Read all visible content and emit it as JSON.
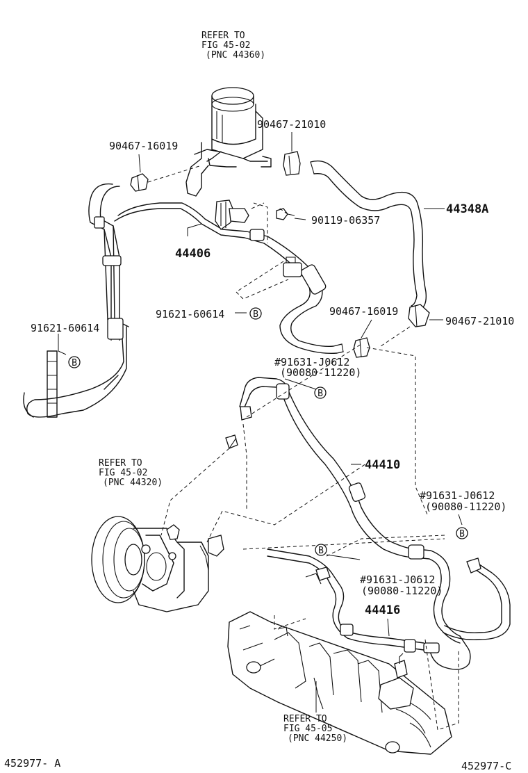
{
  "refs": {
    "reservoir": [
      "REFER TO",
      "FIG 45-02",
      "(PNC 44360)"
    ],
    "pump": [
      "REFER TO",
      "FIG 45-02",
      "(PNC 44320)"
    ],
    "gear": [
      "REFER TO",
      "FIG 45-05",
      "(PNC 44250)"
    ]
  },
  "parts": {
    "p1": "90467-21010",
    "p2": "90467-16019",
    "p3": "44348A",
    "p4": "90119-06357",
    "p5": "44406",
    "p6": "91621-60614",
    "p7": "91621-60614",
    "p8": "90467-16019",
    "p9": "90467-21010",
    "p10a": "#91631-J0612",
    "p10b": "(90080-11220)",
    "p11": "44410",
    "p12a": "#91631-J0612",
    "p12b": "(90080-11220)",
    "p13a": "#91631-J0612",
    "p13b": "(90080-11220)",
    "p14": "44416"
  },
  "marker": "B",
  "footer": {
    "left": "452977- A",
    "right": "452977-C"
  }
}
